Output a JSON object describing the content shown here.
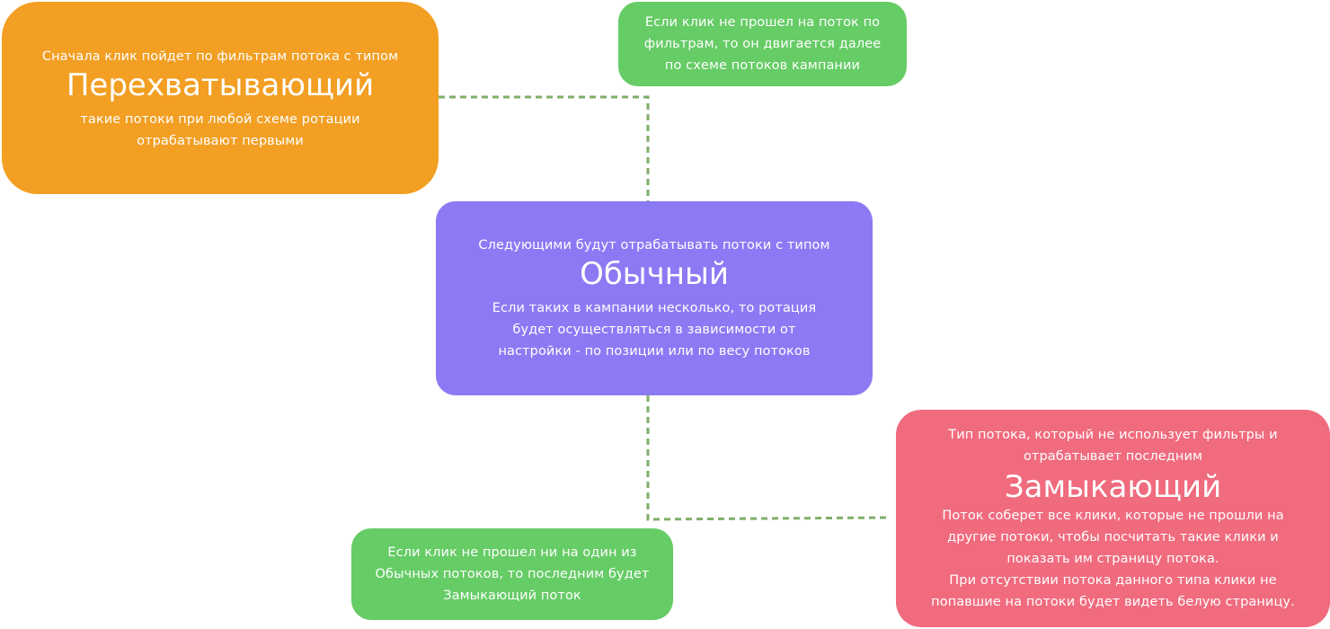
{
  "intercept": {
    "intro": "Сначала клик пойдет по фильтрам потока с типом",
    "title": "Перехватывающий",
    "desc": [
      "такие потоки при любой схеме ротации",
      "отрабатывают первыми"
    ]
  },
  "green_top": {
    "lines": [
      "Если клик не прошел на поток по",
      "фильтрам, то он двигается далее",
      "по схеме потоков кампании"
    ]
  },
  "regular": {
    "intro": "Следующими будут отрабатывать потоки с типом",
    "title": "Обычный",
    "desc": [
      "Если таких в кампании несколько, то ротация",
      "будет осуществляться в зависимости от",
      "настройки - по позиции или по весу потоков"
    ]
  },
  "green_bottom": {
    "lines": [
      "Если клик не прошел ни на один из",
      "Обычных потоков, то последним будет",
      "Замыкающий поток"
    ]
  },
  "closing": {
    "intro": [
      "Тип потока, который не использует фильтры и",
      "отрабатывает последним"
    ],
    "title": "Замыкающий",
    "desc": [
      "Поток соберет все клики, которые не прошли на",
      "другие потоки, чтобы посчитать такие клики и",
      "показать им страницу потока.",
      "При отсутствии потока данного типа клики не",
      "попавшие на потоки будет видеть белую страницу."
    ]
  },
  "colors": {
    "intercept": "#f29f23",
    "green": "#66cc66",
    "regular": "#8c7af4",
    "closing": "#f06b7e",
    "connector": "#7fae6a"
  }
}
